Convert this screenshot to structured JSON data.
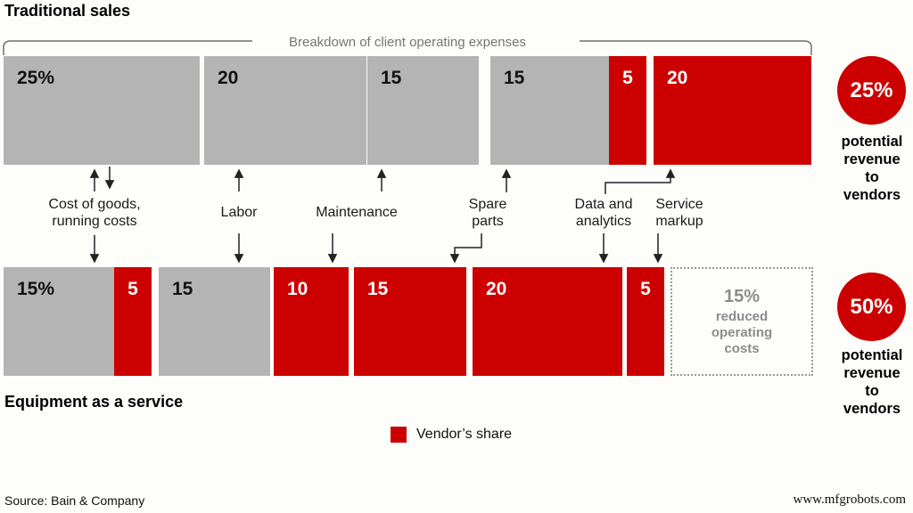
{
  "page": {
    "title_top": "Traditional sales",
    "title_bottom": "Equipment as a service",
    "bracket_label": "Breakdown of client operating expenses",
    "source": "Source: Bain & Company",
    "watermark": "www.mfgrobots.com"
  },
  "legend": {
    "label": "Vendor’s share"
  },
  "colors": {
    "vendor_red": "#cc0000",
    "client_gray": "#b4b4b4",
    "muted_gray": "#8c8c8c"
  },
  "summary_top": {
    "value": "25%",
    "caption": "potential\nrevenue to\nvendors"
  },
  "summary_bottom": {
    "value": "50%",
    "caption": "potential\nrevenue to\nvendors"
  },
  "labels": {
    "cost_of_goods": "Cost of goods,\nrunning costs",
    "labor": "Labor",
    "maintenance": "Maintenance",
    "spare_parts": "Spare\nparts",
    "data_analytics": "Data and\nanalytics",
    "service_markup": "Service\nmarkup",
    "reduced_costs_sub": "reduced\noperating\ncosts"
  },
  "chart_data": {
    "type": "bar",
    "title": "Breakdown of client operating expenses",
    "orientation": "horizontal-stacked",
    "legend": [
      "Vendor’s share"
    ],
    "legend_color": "#cc0000",
    "units": "percent of client operating expenses",
    "categories": [
      "Cost of goods, running costs",
      "Labor",
      "Maintenance",
      "Spare parts",
      "Data and analytics",
      "Service markup"
    ],
    "rows": [
      {
        "name": "Traditional sales",
        "vendor_share_total": "25%",
        "vendor_share_caption": "potential revenue to vendors",
        "segments": [
          {
            "label": "25%",
            "value": 25,
            "category": "Cost of goods, running costs",
            "vendor": false
          },
          {
            "label": "20",
            "value": 20,
            "category": "Labor",
            "vendor": false
          },
          {
            "label": "15",
            "value": 15,
            "category": "Maintenance",
            "vendor": false
          },
          {
            "label": "15",
            "value": 15,
            "category": "Spare parts",
            "vendor": false
          },
          {
            "label": "5",
            "value": 5,
            "category": "Spare parts",
            "vendor": true
          },
          {
            "label": "20",
            "value": 20,
            "category": "Service markup",
            "vendor": true
          }
        ]
      },
      {
        "name": "Equipment as a service",
        "vendor_share_total": "50%",
        "vendor_share_caption": "potential revenue to vendors",
        "segments": [
          {
            "label": "15%",
            "value": 15,
            "category": "Cost of goods, running costs",
            "vendor": false
          },
          {
            "label": "5",
            "value": 5,
            "category": "Cost of goods, running costs",
            "vendor": true
          },
          {
            "label": "15",
            "value": 15,
            "category": "Labor",
            "vendor": false
          },
          {
            "label": "10",
            "value": 10,
            "category": "Maintenance",
            "vendor": true
          },
          {
            "label": "15",
            "value": 15,
            "category": "Spare parts",
            "vendor": true
          },
          {
            "label": "20",
            "value": 20,
            "category": "Data and analytics",
            "vendor": true
          },
          {
            "label": "5",
            "value": 5,
            "category": "Service markup",
            "vendor": true
          },
          {
            "label": "15%",
            "value": 15,
            "category": "reduced operating costs",
            "vendor": false,
            "dashed": true
          }
        ]
      }
    ]
  }
}
